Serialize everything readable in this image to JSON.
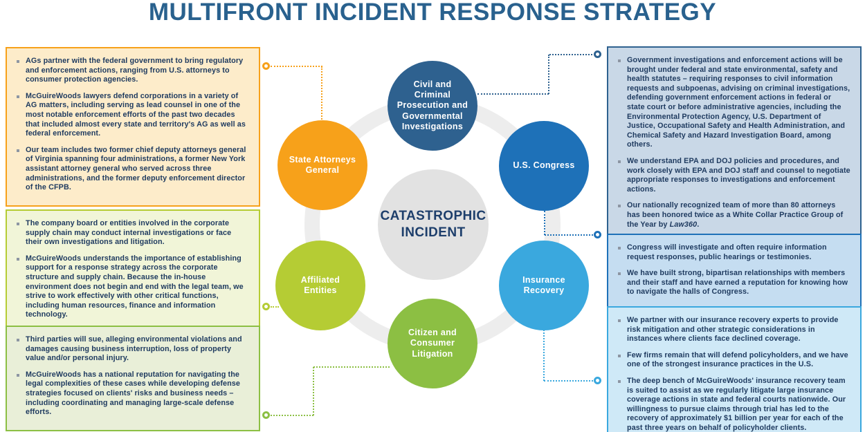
{
  "title": "MULTIFRONT INCIDENT RESPONSE STRATEGY",
  "palette": {
    "title_blue": "#29618e",
    "text_navy": "#1e3a5f",
    "bullet_gray": "#8d96a3",
    "ring_gray": "#ededed",
    "center_gray": "#e2e2e2",
    "center_text": "#1d3e6b"
  },
  "center": {
    "lines": [
      "CATASTROPHIC",
      "INCIDENT"
    ]
  },
  "nodes": {
    "civil": {
      "color": "#2e618f",
      "lines": [
        "Civil and",
        "Criminal",
        "Prosecution and",
        "Governmental",
        "Investigations"
      ]
    },
    "state_ags": {
      "color": "#f7a11a",
      "lines": [
        "State Attorneys",
        "General"
      ]
    },
    "congress": {
      "color": "#1e71b8",
      "lines": [
        "U.S. Congress"
      ]
    },
    "affiliated": {
      "color": "#b5cc34",
      "lines": [
        "Affiliated",
        "Entities"
      ]
    },
    "citizen": {
      "color": "#8cbf43",
      "lines": [
        "Citizen and",
        "Consumer",
        "Litigation"
      ]
    },
    "insurance": {
      "color": "#3aa8de",
      "lines": [
        "Insurance",
        "Recovery"
      ]
    }
  },
  "boxes": {
    "state_ags": {
      "border": "#f7a11a",
      "fill": "#fdecca",
      "items": [
        "AGs partner with the federal government to bring regulatory and enforcement actions, ranging from U.S. attorneys to consumer protection agencies.",
        "McGuireWoods lawyers defend corporations in a variety of AG matters, including serving as lead counsel in one of the most notable enforcement efforts of the past two decades that included almost every state and territory's AG as well as federal enforcement.",
        "Our team includes two former chief deputy attorneys general of Virginia spanning four administrations, a former New York assistant attorney general who served across three administrations, and the former deputy enforcement director of the CFPB."
      ]
    },
    "affiliated": {
      "border": "#b5cc34",
      "fill": "#f1f5d8",
      "items": [
        "The company board or entities involved in the corporate supply chain may conduct internal investigations or face their own investigations and litigation.",
        "McGuireWoods understands the importance of establishing support for a response strategy across the corporate structure and supply chain. Because the in-house environment does not begin and end with the legal team, we strive to work effectively with other critical functions, including human resources, finance and information technology."
      ]
    },
    "citizen": {
      "border": "#8cbf43",
      "fill": "#e9efd8",
      "items": [
        "Third parties will sue, alleging environmental violations and damages causing business interruption, loss of property value and/or personal injury.",
        "McGuireWoods has a national reputation for navigating the legal complexities of these cases while developing defense strategies focused on clients' risks and business needs – including coordinating and managing large-scale defense efforts."
      ]
    },
    "civil": {
      "border": "#2e618f",
      "fill": "#c9d8e7",
      "items": [
        "Government investigations and enforcement actions will be brought under federal and state environmental, safety and health statutes – requiring responses to civil information requests and subpoenas, advising on criminal investigations, defending government enforcement actions in federal or state court or before administrative agencies, including the Environmental Protection Agency, U.S. Department of Justice, Occupational Safety and Health Administration, and Chemical Safety and Hazard Investigation Board, among others.",
        "We understand EPA and DOJ policies and procedures, and work closely with EPA and DOJ staff and counsel to negotiate appropriate responses to investigations and enforcement actions."
      ],
      "item3": {
        "prefix": "Our nationally recognized team of more than 80 attorneys has been honored twice as a White Collar Practice Group of the Year by ",
        "italic": "Law360",
        "suffix": "."
      }
    },
    "congress": {
      "border": "#1e71b8",
      "fill": "#c5ddf1",
      "items": [
        "Congress will investigate and often require information request responses, public hearings or testimonies.",
        "We have built strong, bipartisan relationships with members and their staff and have earned a reputation for knowing how to navigate the halls of Congress."
      ]
    },
    "insurance": {
      "border": "#3aa8de",
      "fill": "#cfe9f7",
      "items": [
        "We partner with our insurance recovery experts to provide risk mitigation and other strategic considerations in instances where clients face declined coverage.",
        "Few firms remain that will defend policyholders, and we have one of the strongest insurance practices in the U.S.",
        "The deep bench of McGuireWoods' insurance recovery team is suited to assist as we regularly litigate large insurance coverage actions in state and federal courts nationwide. Our willingness to pursue claims through trial has led to the recovery of approximately $1 billion per year for each of the past three years on behalf of policyholder clients."
      ]
    }
  }
}
